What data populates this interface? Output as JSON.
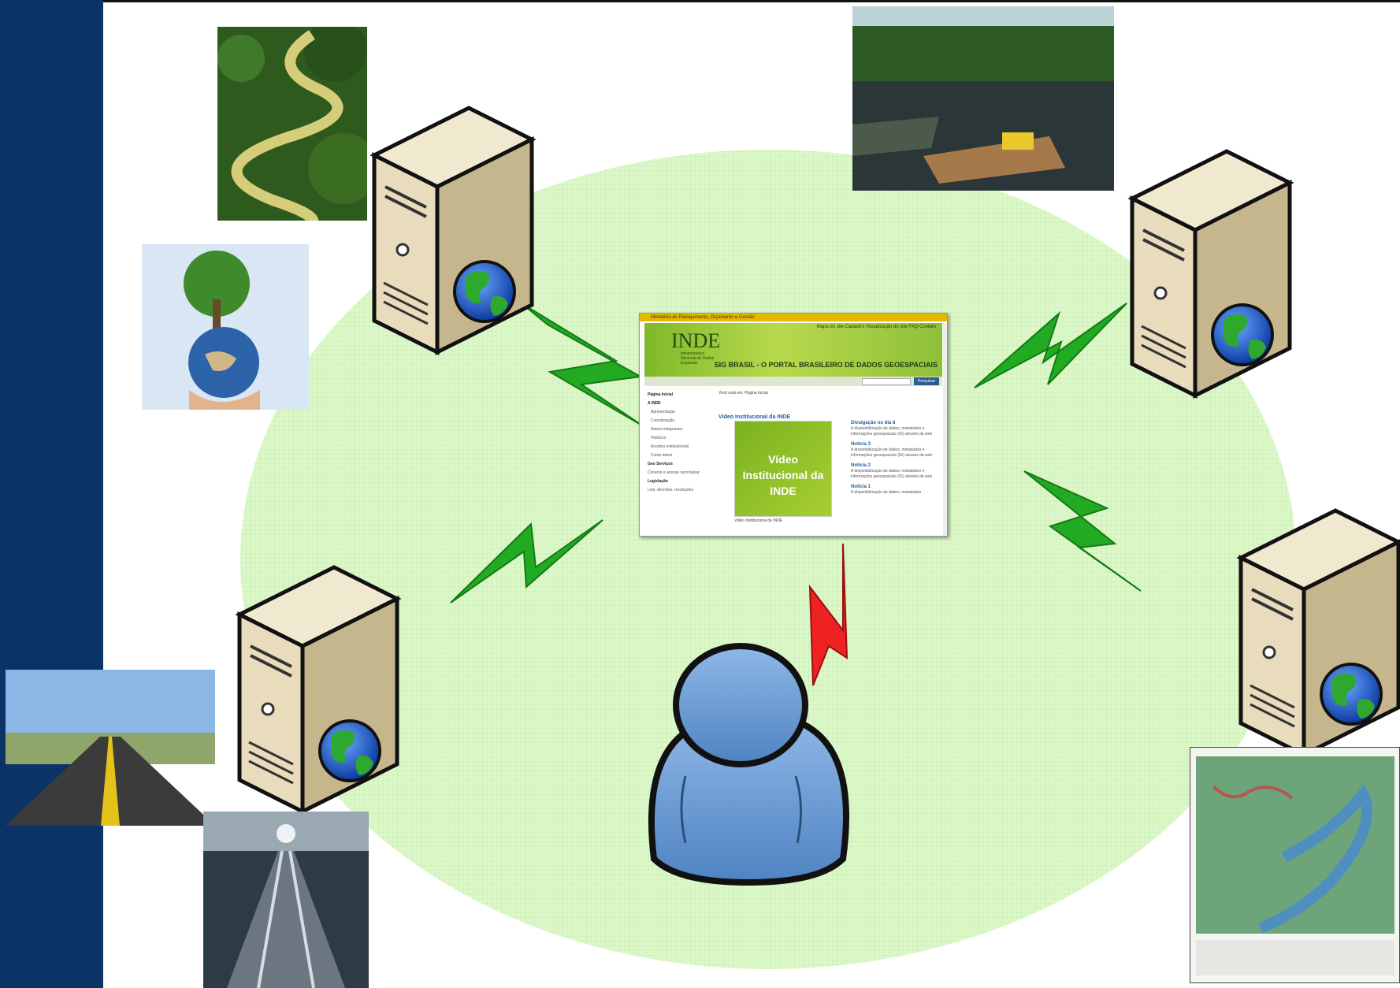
{
  "diagram": {
    "ellipse_color": "#d9f5c6",
    "lightning_color": "#22aa22",
    "user_lightning_color": "#ee2222",
    "sidebar_color": "#0c3366",
    "servers": [
      "server-top-left",
      "server-top-right",
      "server-bottom-left",
      "server-bottom-right"
    ],
    "photos": [
      "river-forest-photo",
      "tree-globe-photo",
      "survey-boat-photo",
      "highway-photo",
      "railway-photo",
      "topographic-map-photo"
    ]
  },
  "portal": {
    "topbar": "Ministério do Planejamento, Orçamento e Gestão",
    "logo": "INDE",
    "logo_sub": "Infraestrutura Nacional de Dados Espaciais",
    "nav": "Mapa do site   Cadastro   Visualização do site   FAQ   Contato",
    "slogan": "SIG BRASIL - O PORTAL BRASILEIRO DE DADOS GEOESPACIAIS",
    "search_button": "Pesquisar",
    "breadcrumb": "Você está em: Página Inicial",
    "left_menu": {
      "home": "Página Inicial",
      "section1": "A INDE",
      "items": [
        "Apresentação",
        "Coordenação",
        "Atores integrantes",
        "Histórico",
        "Acordos institucionais",
        "Como aderir"
      ],
      "section2": "Geo Serviços",
      "section2_desc": "Conecte e acesse sem baixar",
      "section3": "Legislação",
      "section3_desc": "Leis, decretos, resoluções"
    },
    "video_title": "Vídeo Institucional da INDE",
    "video_label": "Vídeo Institucional da INDE",
    "video_caption": "Vídeo Institucional da INDE",
    "news": [
      {
        "title": "Divulgação no dia 8",
        "text": "A disponibilização de dados, metadados e informações geoespaciais (IG) através da web"
      },
      {
        "title": "Notícia 3",
        "text": "A disponibilização de dados, metadados e informações geoespaciais (IG) através da web"
      },
      {
        "title": "Notícia 2",
        "text": "A disponibilização de dados, metadados e informações geoespaciais (IG) através da web"
      },
      {
        "title": "Notícia 1",
        "text": "A disponibilização de dados, metadados"
      }
    ]
  }
}
